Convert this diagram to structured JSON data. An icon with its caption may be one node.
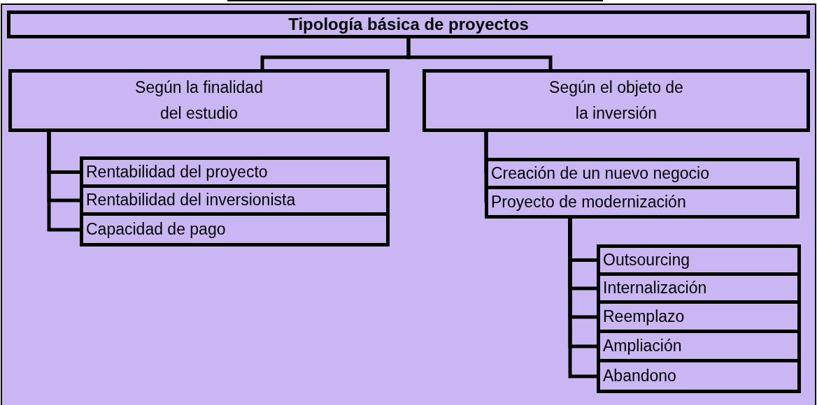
{
  "diagram": {
    "nodes": [
      {
        "text": [
          "Tipología básica de proyectos"
        ]
      },
      {
        "text": [
          "Según la finalidad del estudio"
        ]
      },
      {
        "text": [
          "Según el objeto de la inversión"
        ]
      },
      {
        "text": [
          "Rentabilidad del proyecto"
        ]
      },
      {
        "text": [
          "Rentabilidad del inversionista"
        ]
      },
      {
        "text": [
          "Capacidad de pago"
        ]
      },
      {
        "text": [
          "Creación de un nuevo negocio"
        ]
      },
      {
        "text": [
          "Proyecto de modernización"
        ]
      },
      {
        "text": [
          "Outsourcing"
        ]
      },
      {
        "text": [
          "Internalización"
        ]
      },
      {
        "text": [
          "Reemplazo"
        ]
      },
      {
        "text": [
          "Ampliación"
        ]
      },
      {
        "text": [
          "Abandono"
        ]
      }
    ],
    "edges": [
      {
        "from": 0,
        "to": 1,
        "arrow": "none"
      },
      {
        "from": 0,
        "to": 2,
        "arrow": "none"
      },
      {
        "from": 1,
        "to": 3,
        "arrow": "none"
      },
      {
        "from": 1,
        "to": 4,
        "arrow": "none"
      },
      {
        "from": 1,
        "to": 5,
        "arrow": "none"
      },
      {
        "from": 2,
        "to": 6,
        "arrow": "none"
      },
      {
        "from": 2,
        "to": 7,
        "arrow": "none"
      },
      {
        "from": 7,
        "to": 8,
        "arrow": "none"
      },
      {
        "from": 7,
        "to": 9,
        "arrow": "none"
      },
      {
        "from": 7,
        "to": 10,
        "arrow": "none"
      },
      {
        "from": 7,
        "to": 11,
        "arrow": "none"
      },
      {
        "from": 7,
        "to": 12,
        "arrow": "none"
      }
    ]
  }
}
